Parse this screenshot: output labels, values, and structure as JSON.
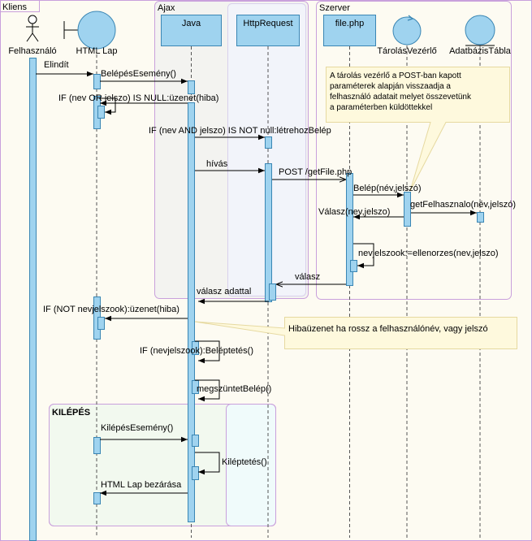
{
  "frames": {
    "kliens": "Kliens",
    "ajax": "Ajax",
    "szerver": "Szerver",
    "kilepes": "KILÉPÉS"
  },
  "participants": {
    "felhasznalo": "Felhasználó",
    "html_lap": "HTML Lap",
    "java": "Java",
    "httprequest": "HttpRequest",
    "file_php": "file.php",
    "tarolas_vezerlo": "TárolásVezérlő",
    "adatbazis_tabla": "AdatbázisTábla"
  },
  "messages": {
    "m01": "Elindít",
    "m02": "BelépésEsemény()",
    "m03": "IF (nev OR jelszo) IS NULL:üzenet(hiba)",
    "m04": "IF (nev AND jelszo) IS NOT null:létrehozBelép",
    "m05": "hívás",
    "m06": "POST /getFile.php",
    "m07": "Belép(név,jelszó)",
    "m08": "getFelhasznalo(név,jelszó)",
    "m09": "Válasz(nev,jelszo)",
    "m10": "nevjelszook:=ellenorzes(nev,jelszo)",
    "m11": "válasz",
    "m12": "válasz adattal",
    "m13": "IF (NOT nevjelszook):üzenet(hiba)",
    "m14": "IF (nevjelszook):Beléptetés()",
    "m15": "megszüntetBelép()",
    "m16": "KilépésEsemény()",
    "m17": "Kiléptetés()",
    "m18": "HTML Lap bezárása"
  },
  "notes": {
    "note1": [
      "A tárolás vezérlő a POST-ban kapott",
      "paraméterek alapján visszaadja a",
      "felhasználó adatait melyet összevetünk",
      "a paraméterben küldöttekkel"
    ],
    "note2": "Hibaüzenet ha rossz a felhasználónév, vagy jelszó"
  },
  "colors": {
    "lifeline_fill": "#9fd3ef",
    "lifeline_stroke": "#3a86b4",
    "frame_border": "#c9a0dc",
    "kliens_bg": "#fdfbf2",
    "ajax_bg": "#f3f3f0",
    "http_bg": "#f2f4fa",
    "note_bg": "#fef9dd",
    "kilepes_bg": "#f2f9ef"
  }
}
